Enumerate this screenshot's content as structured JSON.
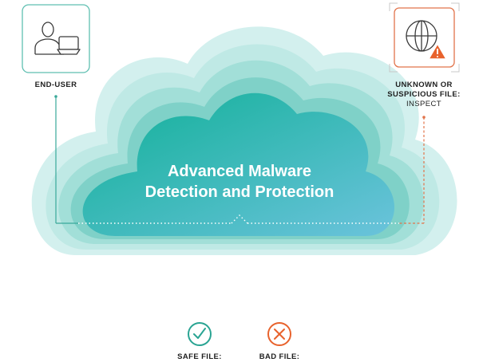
{
  "diagram": {
    "title_line1": "Advanced Malware",
    "title_line2": "Detection and Protection",
    "end_user_label": "END-USER",
    "unknown_label_line1": "UNKNOWN OR",
    "unknown_label_line2": "SUSPICIOUS FILE:",
    "unknown_label_line3": "INSPECT",
    "safe_label": "SAFE FILE:",
    "bad_label": "BAD FILE:"
  },
  "colors": {
    "cloud_outer": "#d3f0ee",
    "cloud_mid": "#a9e2dd",
    "cloud_inner": "#7fd1c8",
    "cloud_core_start": "#0fb097",
    "cloud_core_end": "#6bc3dc",
    "connector_teal": "#3aa99a",
    "connector_orange": "#e2744b",
    "safe": "#2aa493",
    "bad": "#e8622c",
    "icon_stroke": "#3a3a3a"
  },
  "icons": [
    "user-at-computer-icon",
    "globe-icon",
    "warning-icon",
    "check-icon",
    "x-icon"
  ]
}
